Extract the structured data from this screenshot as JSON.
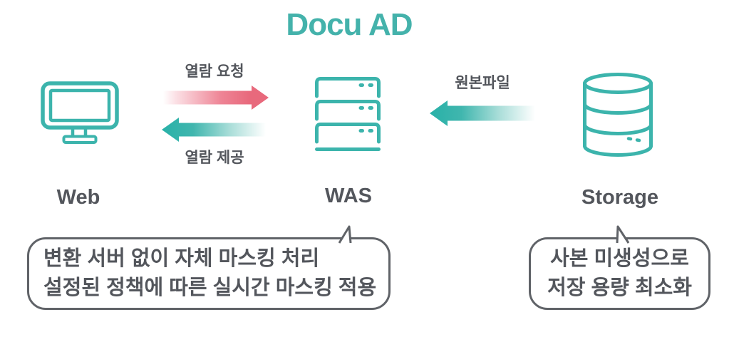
{
  "title": "Docu AD",
  "colors": {
    "teal": "#3cb4ac",
    "title_teal": "#44b2ab",
    "red": "#e8697c",
    "text": "#53565c",
    "callout_border": "#606368"
  },
  "nodes": {
    "web": {
      "label": "Web",
      "icon": "monitor-icon"
    },
    "was": {
      "label": "WAS",
      "icon": "server-icon"
    },
    "storage": {
      "label": "Storage",
      "icon": "database-icon"
    }
  },
  "arrows": {
    "request": {
      "label": "열람 요청",
      "direction": "right",
      "color": "#e8697c"
    },
    "provide": {
      "label": "열람 제공",
      "direction": "left",
      "color": "#3cb4ac"
    },
    "original": {
      "label": "원본파일",
      "direction": "left",
      "color": "#3cb4ac"
    }
  },
  "callouts": {
    "was": {
      "lines": [
        "변환 서버 없이 자체 마스킹 처리",
        "설정된 정책에 따른 실시간 마스킹 적용"
      ]
    },
    "storage": {
      "lines": [
        "사본 미생성으로",
        "저장 용량 최소화"
      ]
    }
  }
}
